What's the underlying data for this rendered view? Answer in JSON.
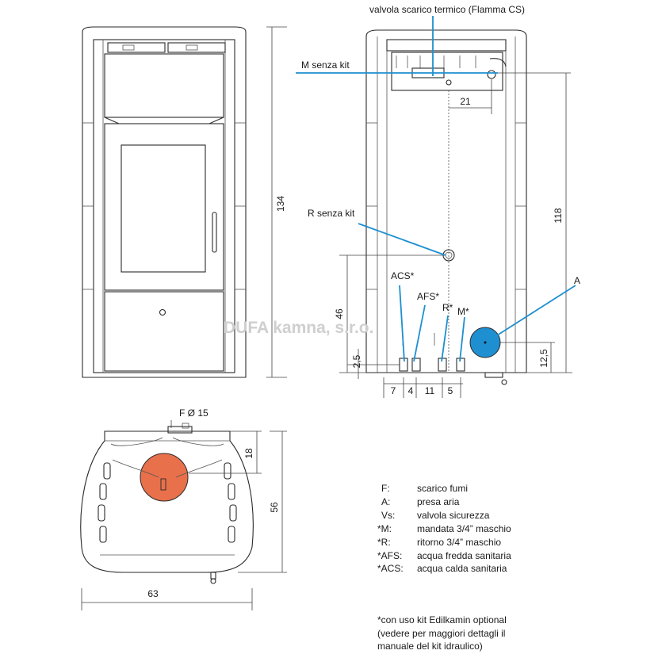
{
  "labels": {
    "valve": "valvola scarico termico (Flamma CS)",
    "m_kit": "M senza kit",
    "r_kit": "R senza kit",
    "acs": "ACS*",
    "afs": "AFS*",
    "r": "R*",
    "m": "M*",
    "a": "A",
    "flue": "F Ø 15"
  },
  "dimensions": {
    "height": "134",
    "right_height": "118",
    "r_height": "46",
    "base": "2,5",
    "a_height": "12,5",
    "d21": "21",
    "b7": "7",
    "b4": "4",
    "b11": "11",
    "b5": "5",
    "top18": "18",
    "top56": "56",
    "width63": "63"
  },
  "watermark": "DUFA kamna, s.r.o.",
  "legend": [
    {
      "code": "F:",
      "text": "scarico fumi"
    },
    {
      "code": "A:",
      "text": "presa aria"
    },
    {
      "code": "Vs:",
      "text": "valvola sicurezza"
    },
    {
      "code": "*M:",
      "text": "mandata 3/4” maschio"
    },
    {
      "code": "*R:",
      "text": "ritorno 3/4” maschio"
    },
    {
      "code": "*AFS:",
      "text": "acqua fredda sanitaria"
    },
    {
      "code": "*ACS:",
      "text": "acqua calda sanitaria"
    }
  ],
  "note": {
    "line1": "*con uso kit Edilkamin optional",
    "line2": "(vedere per maggiori dettagli il",
    "line3": "manuale del kit idraulico)"
  },
  "colors": {
    "leader": "#1e8fd0",
    "air_intake": "#1e8fd0",
    "flue": "#e8704a"
  }
}
